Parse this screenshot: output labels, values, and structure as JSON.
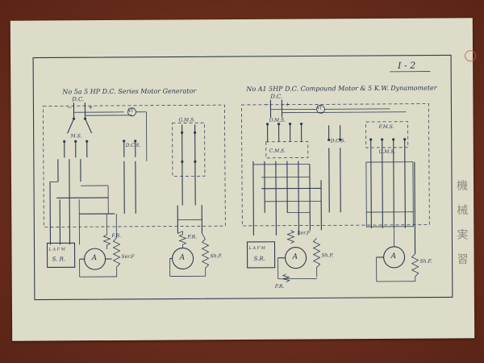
{
  "sheet": {
    "page_number": "I - 2"
  },
  "left_diagram": {
    "title": "No 5a  5 HP D.C. Series Motor Generator",
    "supply": "D.C.",
    "minus": "−",
    "plus": "+",
    "meter": "Vl",
    "switch_main": "M.S.",
    "switch_dc": "D.C.S.",
    "switch_gen": "G.M.S.",
    "starter_box": "S.  R.",
    "starter_terminals": "L  A  F  M",
    "field_rheostat": "F.R.",
    "armature_motor": "A",
    "field_label": "Ser.F",
    "field_rheostat_2": "F.R.",
    "armature_generator": "A",
    "shunt_field": "Sh.F."
  },
  "right_diagram": {
    "title": "No A1  5HP D.C. Compound Motor & 5 K.W. Dynamometer",
    "supply": "D.C.",
    "minus": "−",
    "plus": "+",
    "meter": "Vl",
    "switch_main": "O.M.S.",
    "switch_dc": "D.C.S.",
    "switch_gen": "F.M.S.",
    "switch_sub": "C.M.S.",
    "starter_box": "S.R.",
    "starter_terminals": "L  A  F  M",
    "field_rheostat": "F.R.",
    "series_field_label": "Ser.F",
    "armature_motor": "A",
    "shunt_field": "Sh.F.",
    "armature_generator": "A",
    "shunt_field_2": "Sh.F.",
    "gen_switch": "G.M.S."
  },
  "margin_note": "機 械 実 習"
}
